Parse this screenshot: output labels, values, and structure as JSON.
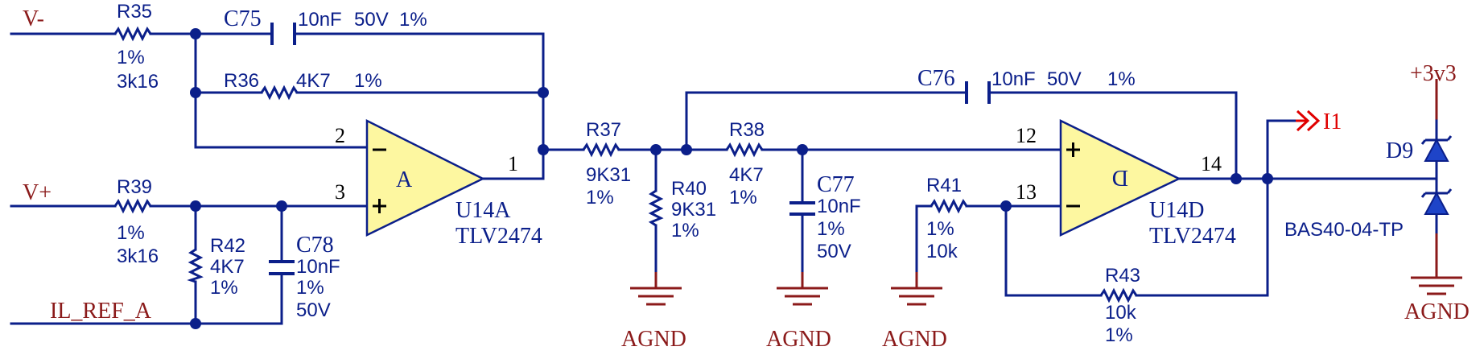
{
  "nets": {
    "v_minus": "V-",
    "v_plus": "V+",
    "il_ref_a": "IL_REF_A",
    "supply": "+3v3",
    "output": "I1",
    "gnd1": "AGND",
    "gnd2": "AGND",
    "gnd3": "AGND",
    "gnd4": "AGND"
  },
  "resistors": {
    "r35": {
      "ref": "R35",
      "tol": "1%",
      "value": "3k16"
    },
    "r36": {
      "ref": "R36",
      "value": "4K7",
      "tol": "1%"
    },
    "r37": {
      "ref": "R37",
      "value": "9K31",
      "tol": "1%"
    },
    "r38": {
      "ref": "R38",
      "value": "4K7",
      "tol": "1%"
    },
    "r39": {
      "ref": "R39",
      "tol": "1%",
      "value": "3k16"
    },
    "r40": {
      "ref": "R40",
      "value": "9K31",
      "tol": "1%"
    },
    "r41": {
      "ref": "R41",
      "tol": "1%",
      "value": "10k"
    },
    "r42": {
      "ref": "R42",
      "value": "4K7",
      "tol": "1%"
    },
    "r43": {
      "ref": "R43",
      "value": "10k",
      "tol": "1%"
    }
  },
  "capacitors": {
    "c75": {
      "ref": "C75",
      "value": "10nF",
      "voltage": "50V",
      "tol": "1%"
    },
    "c76": {
      "ref": "C76",
      "value": "10nF",
      "voltage": "50V",
      "tol": "1%"
    },
    "c77": {
      "ref": "C77",
      "value": "10nF",
      "tol": "1%",
      "voltage": "50V"
    },
    "c78": {
      "ref": "C78",
      "value": "10nF",
      "tol": "1%",
      "voltage": "50V"
    }
  },
  "opamps": {
    "u14a": {
      "unit": "A",
      "ref": "U14A",
      "part": "TLV2474",
      "pin_inv": "2",
      "pin_noninv": "3",
      "pin_out": "1",
      "minus": "−",
      "plus": "+"
    },
    "u14d": {
      "unit": "D",
      "ref": "U14D",
      "part": "TLV2474",
      "pin_noninv": "12",
      "pin_inv": "13",
      "pin_out": "14",
      "minus": "−",
      "plus": "+"
    }
  },
  "diode": {
    "ref": "D9",
    "part": "BAS40-04-TP"
  },
  "colors": {
    "wire": "#0b1f8a",
    "net_label": "#8b1a1a",
    "opamp_fill": "#fdf7a0",
    "port": "#e00000",
    "diode": "#1e44c8"
  }
}
